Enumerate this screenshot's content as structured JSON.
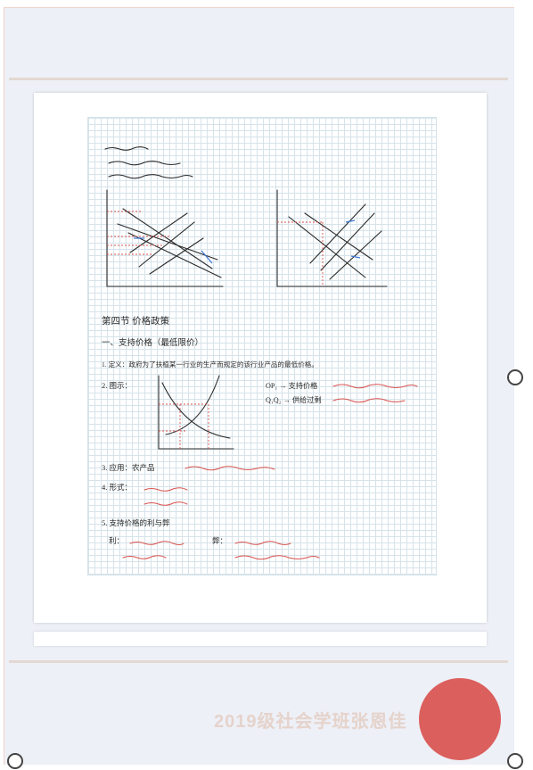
{
  "notes": {
    "section_title": "第四节 价格政策",
    "subheading_1": "一、支持价格（最低限价）",
    "item_1": "1. 定义：政府为了扶植某一行业的生产而规定的该行业产品的最低价格。",
    "item_2": "2. 图示：",
    "item_2_note_1": "OP₁ → 支持价格",
    "item_2_note_2": "Q₁Q₂ → 供给过剩",
    "item_3": "3. 应用：农产品",
    "item_4": "4. 形式：",
    "item_5": "5. 支持价格的利与弊",
    "label_li": "利：",
    "label_bi": "弊："
  },
  "watermark": "2019级社会学班张恩佳",
  "colors": {
    "ink": "#2b2b2b",
    "red_ink": "#d9534f",
    "blue_ink": "#3a78d8",
    "grid": "#d6e3ea",
    "fab": "#d9534f"
  }
}
